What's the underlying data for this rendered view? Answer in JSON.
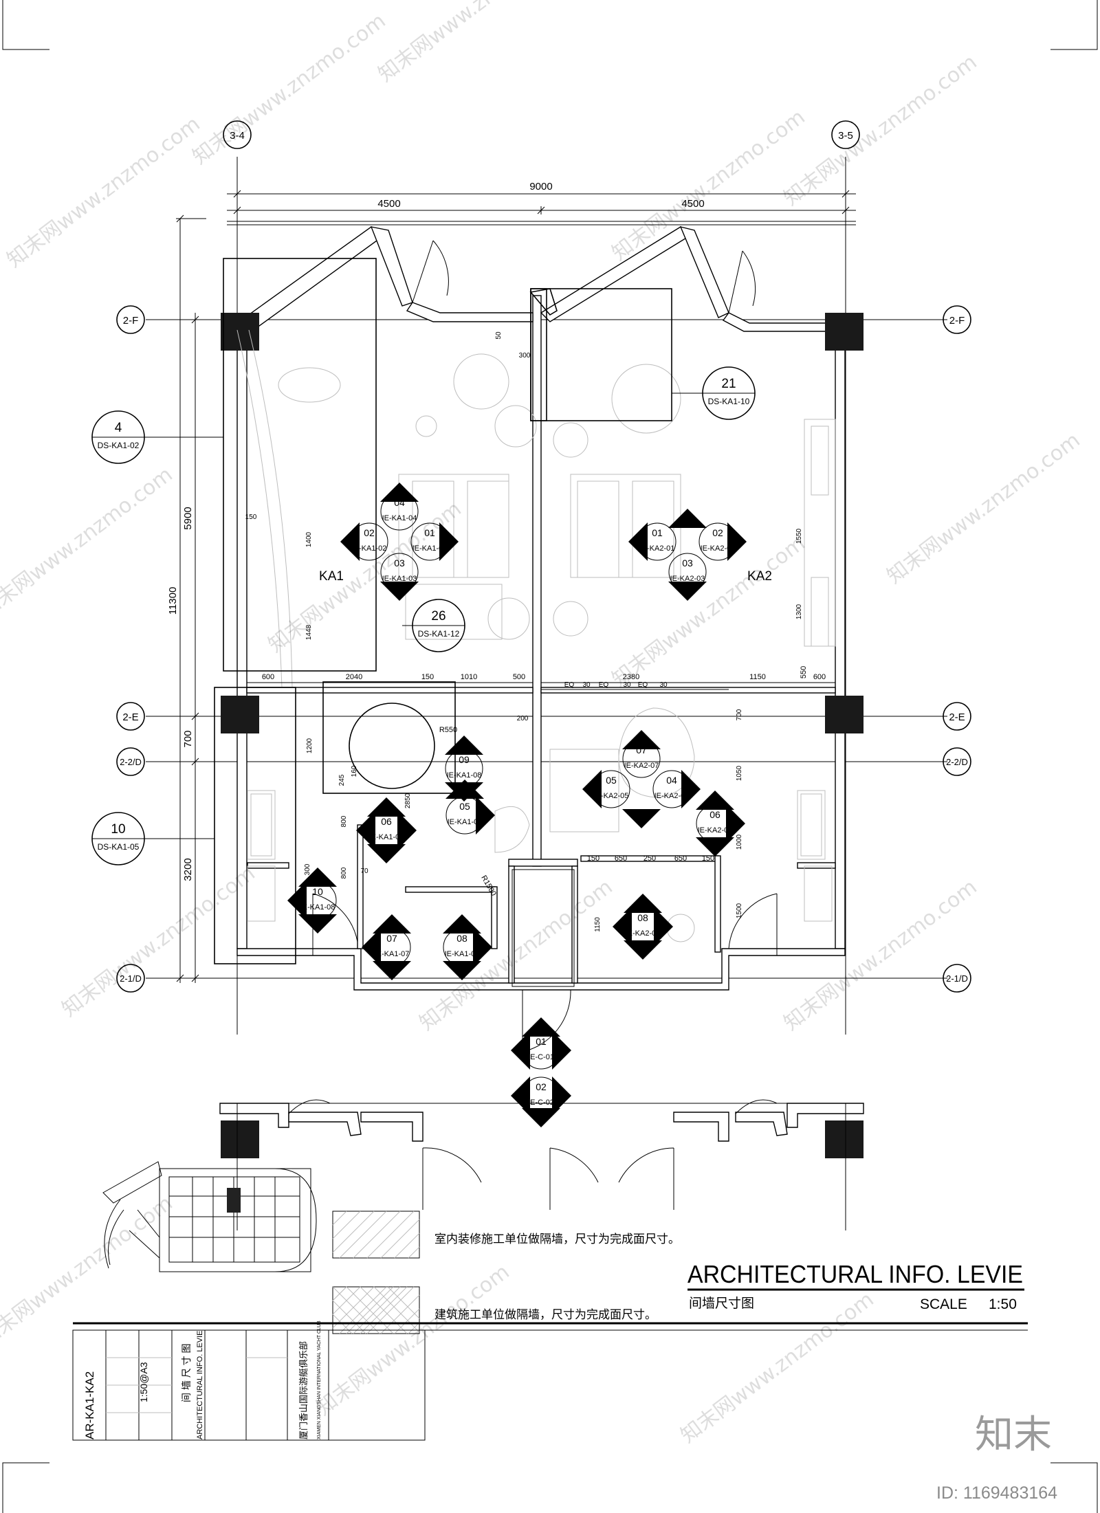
{
  "grid": {
    "vertical": [
      "3-4",
      "3-5"
    ],
    "horizontal": [
      "2-F",
      "2-E",
      "2-2/D",
      "2-1/D"
    ]
  },
  "dimensions": {
    "overall_width": "9000",
    "half_left": "4500",
    "half_right": "4500",
    "overall_depth": "11300",
    "seg_5900": "5900",
    "seg_700": "700",
    "seg_3200": "3200",
    "bay_2040": "2040",
    "bay_1010": "1010",
    "bay_500": "500",
    "bay_2380": "2380",
    "bay_1150": "1150",
    "d_150a": "150",
    "d_600a": "600",
    "d_600b": "600",
    "d_550": "550",
    "d_150b": "150",
    "d_1400": "1400",
    "d_1448": "1448",
    "d_300": "300",
    "d_50": "50",
    "d_eq1": "EQ",
    "d_eq2": "EQ",
    "d_eq3": "EQ",
    "d_30a": "30",
    "d_30b": "30",
    "d_30c": "30",
    "d_650a": "650",
    "d_250": "250",
    "d_650b": "650",
    "d_150c": "150",
    "d_150d": "150",
    "d_1150": "1150",
    "d_1550": "1550",
    "d_1300": "1300",
    "d_1050": "1050",
    "d_1000": "1000",
    "d_200": "200",
    "d_2850": "2850",
    "d_1200": "1200",
    "d_800a": "800",
    "d_800b": "800",
    "d_700": "700",
    "d_1500": "1500",
    "d_70": "70",
    "d_300b": "300",
    "d_160": "160",
    "d_245": "245",
    "r_550": "R550",
    "r_1500": "R1500"
  },
  "rooms": {
    "ka1": "KA1",
    "ka2": "KA2"
  },
  "detail_callouts": [
    {
      "num": "4",
      "ref": "DS-KA1-02"
    },
    {
      "num": "10",
      "ref": "DS-KA1-05"
    },
    {
      "num": "26",
      "ref": "DS-KA1-12"
    },
    {
      "num": "21",
      "ref": "DS-KA1-10"
    }
  ],
  "elevation_markers": [
    {
      "top": "04",
      "top_ref": "IE-KA1-04",
      "left": "02",
      "left_ref": "IE-KA1-02",
      "right": "01",
      "right_ref": "IE-KA1-01",
      "bottom": "03",
      "bottom_ref": "IE-KA1-03"
    },
    {
      "left": "01",
      "left_ref": "IE-KA2-01",
      "right": "02",
      "right_ref": "IE-KA2-02",
      "bottom": "03",
      "bottom_ref": "IE-KA2-03"
    },
    {
      "top": "07",
      "top_ref": "IE-KA2-07",
      "left": "05",
      "left_ref": "IE-KA2-05",
      "right": "04",
      "right_ref": "IE-KA2-04"
    }
  ],
  "single_markers": [
    {
      "num": "09",
      "ref": "IE-KA1-08"
    },
    {
      "num": "05",
      "ref": "IE-KA1-05"
    },
    {
      "num": "06",
      "ref": "IE-KA1-06"
    },
    {
      "num": "10",
      "ref": "IE-KA1-08"
    },
    {
      "num": "07",
      "ref": "IE-KA1-07"
    },
    {
      "num": "08",
      "ref": "IE-KA1-07"
    },
    {
      "num": "06",
      "ref": "IE-KA2-06"
    },
    {
      "num": "08",
      "ref": "IE-KA2-08"
    },
    {
      "num": "01",
      "ref": "IE-C-01"
    },
    {
      "num": "02",
      "ref": "IE-C-02"
    }
  ],
  "legend": {
    "interior_wall": "室内装修施工单位做隔墙，尺寸为完成面尺寸。",
    "building_wall": "建筑施工单位做隔墙，尺寸为完成面尺寸。"
  },
  "title": {
    "main": "ARCHITECTURAL INFO.  LEVIE",
    "sub": "间墙尺寸图",
    "scale_label": "SCALE",
    "scale_value": "1:50"
  },
  "title_block": {
    "drawing_no": "AR-KA1-KA2",
    "scale": "1:50@A3",
    "title_cn": "间 墙 尺 寸 图",
    "title_en": "ARCHITECTURAL INFO.  LEVIE",
    "project_cn": "厦门香山国际游艇俱乐部",
    "project_en": "XIAMEN XIANGSHAN INTERNATIONAL YACHT CLUB"
  },
  "watermark": {
    "text": "知末网www.znzmo.com",
    "logo": "知末",
    "id": "ID: 1169483164"
  }
}
